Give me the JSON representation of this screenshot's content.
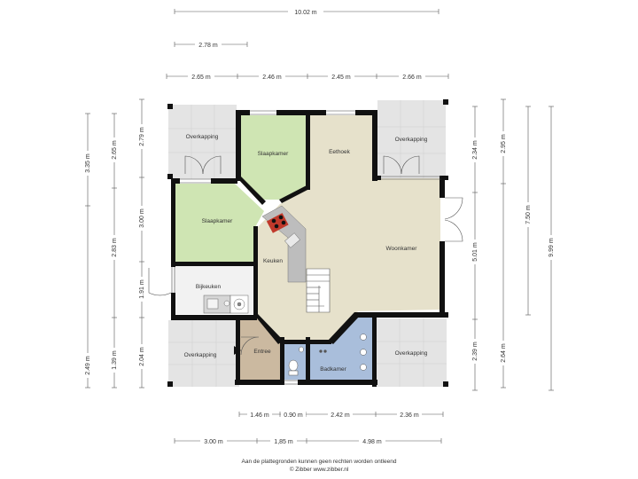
{
  "dimensions": {
    "total_width": "10.02 m",
    "upper_span": "2.78 m",
    "top_row": [
      "2.65 m",
      "2.46 m",
      "2.45 m",
      "2.66 m"
    ],
    "bottom_row_inner": [
      "1.46 m",
      "0.90 m",
      "2.42 m",
      "2.36 m"
    ],
    "bottom_row_outer": [
      "3.00 m",
      "1,85 m",
      "4.98 m"
    ],
    "left_outer": [
      "3.35 m",
      "2.49 m"
    ],
    "left_mid": [
      "2.65 m",
      "2.83 m",
      "1.39 m"
    ],
    "left_inner": [
      "2.79 m",
      "3.00 m",
      "1.91 m",
      "2.04 m"
    ],
    "right_inner": [
      "2.34 m",
      "5.01 m",
      "2.39 m"
    ],
    "right_mid": [
      "2.95 m",
      "2.64 m"
    ],
    "right_outer": [
      "7.50 m",
      "9.99 m"
    ]
  },
  "rooms": {
    "overkapping_tl": "Overkapping",
    "slaapkamer_1": "Slaapkamer",
    "eethoek": "Eethoek",
    "overkapping_tr": "Overkapping",
    "slaapkamer_2": "Slaapkamer",
    "woonkamer": "Woonkamer",
    "keuken": "Keuken",
    "bijkeuken": "Bijkeuken",
    "overkapping_bl": "Overkapping",
    "entree": "Entree",
    "badkamer": "Badkamer",
    "overkapping_br": "Overkapping"
  },
  "colors": {
    "wall": "#111111",
    "living": "#e6e1cb",
    "bedroom": "#cfe5b3",
    "bathroom": "#a9bedb",
    "entrance": "#cbb9a0",
    "covered": "#e4e4e4",
    "utility": "#f2f2f2"
  },
  "footer": {
    "line1": "Aan de plattegronden kunnen geen rechten worden ontleend",
    "line2": "© Zibber www.zibber.nl"
  }
}
